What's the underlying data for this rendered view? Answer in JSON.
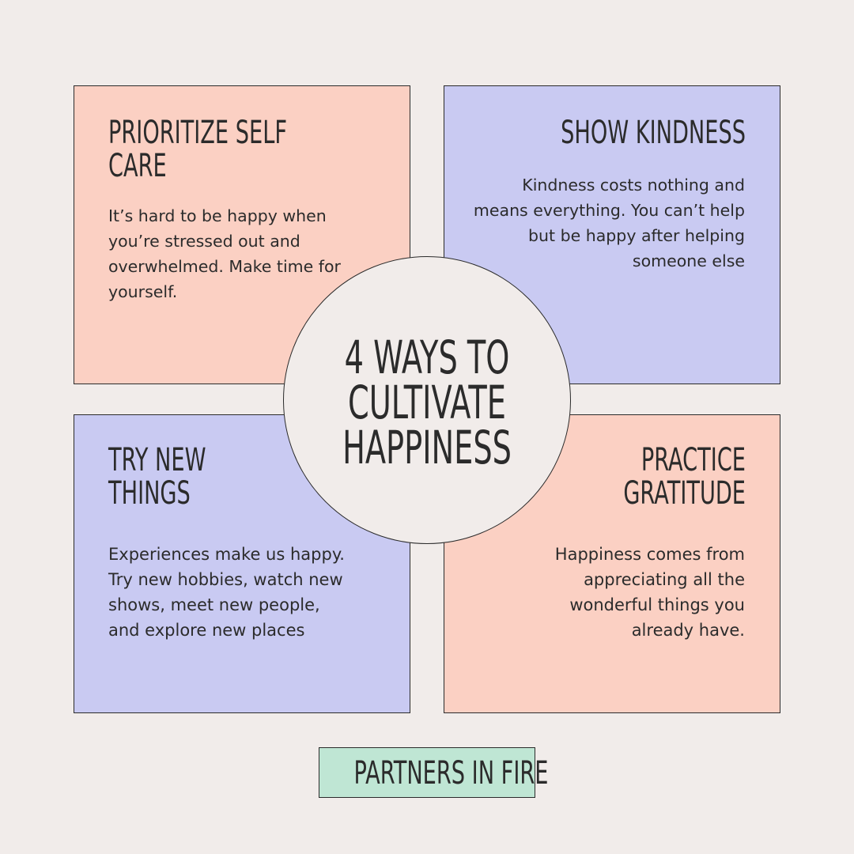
{
  "colors": {
    "background": "#f1ecea",
    "peach": "#fbd0c3",
    "lavender": "#c9caf2",
    "mint": "#bfe6d4",
    "ink": "#2b2b2b"
  },
  "center": {
    "title": "4 WAYS TO\nCULTIVATE\nHAPPINESS"
  },
  "cards": [
    {
      "title": "PRIORITIZE SELF\nCARE",
      "body": "It’s hard to be happy when you’re stressed out and overwhelmed. Make time for yourself."
    },
    {
      "title": "SHOW KINDNESS",
      "body": "Kindness costs nothing and means everything. You can’t help but be happy after helping someone else"
    },
    {
      "title": "TRY NEW\nTHINGS",
      "body": "Experiences make us happy. Try new hobbies, watch new shows, meet new people, and explore new places"
    },
    {
      "title": "PRACTICE\nGRATITUDE",
      "body": "Happiness comes from appreciating all the wonderful things you already have."
    }
  ],
  "brand": {
    "label": "PARTNERS IN FIRE"
  }
}
